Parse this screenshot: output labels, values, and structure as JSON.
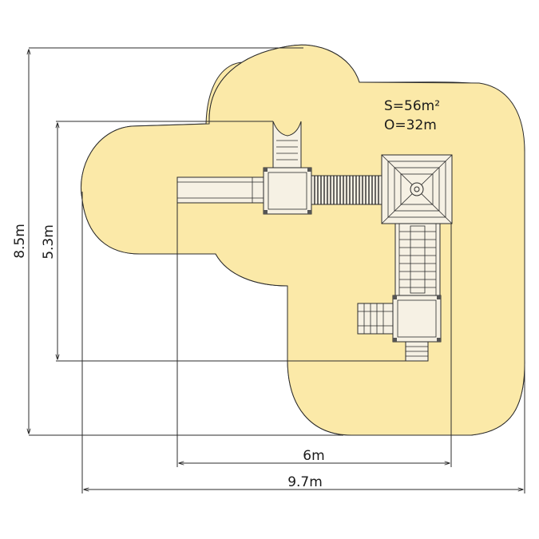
{
  "annotations": {
    "area": "S=56m²",
    "perimeter": "O=32m"
  },
  "dimensions": {
    "outer_width": "9.7m",
    "inner_width": "6m",
    "outer_height": "8.5m",
    "inner_height": "5.3m"
  },
  "colors": {
    "safety_zone": "#fbe9a8",
    "outline": "#2b2b2b"
  }
}
